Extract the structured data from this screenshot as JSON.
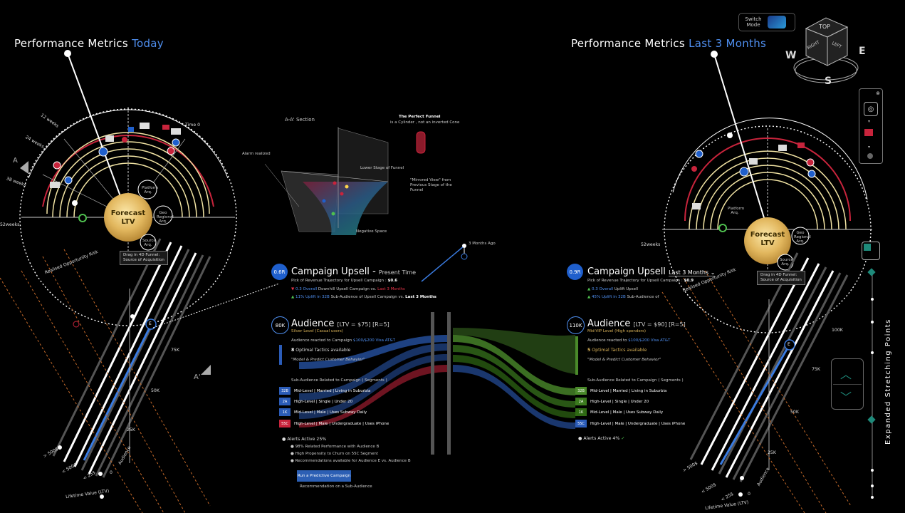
{
  "left": {
    "title_prefix": "Performance Metrics",
    "title_accent": "Today",
    "center_line1": "Forecast",
    "center_line2": "LTV",
    "platform": "Platform Arq.",
    "geo": "Geo Regional Arq.",
    "source": "Source Arq.",
    "tooltip_l1": "Drag in 4D Funnel:",
    "tooltip_l2": "Source of Acquisition",
    "risk": "Realised Opportunity Risk",
    "time0": "Time 0",
    "ltv": "LTV",
    "weeks52": "52weeks",
    "weeks38": "38 weeks",
    "weeks24": "24 weeks",
    "weeks12": "12 weeks",
    "a_marker": "A",
    "a_marker2": "A'",
    "axis_500": "> 500$",
    "axis_lt500": "< 500$",
    "axis_lt25": "< 25$",
    "axis_0": "0",
    "audience": "Audience",
    "lifetime": "Lifetime Value (LTV)",
    "k75": "75K",
    "k50": "50K",
    "k25": "25K",
    "e_badge": "E"
  },
  "right": {
    "title_prefix": "Performance Metrics",
    "title_accent": "Last 3 Months",
    "center_line1": "Forecast",
    "center_line2": "LTV",
    "platform": "Platform Arq.",
    "geo": "Geo Regional Arq.",
    "source": "Source Arq.",
    "tooltip_l1": "Drag in 4D Funnel:",
    "tooltip_l2": "Source of Acquisition",
    "risk": "Realised Opportunity Risk",
    "weeks52": "52weeks",
    "k100": "100K",
    "k75": "75K",
    "k50": "50K",
    "k25": "25K",
    "axis_500": "> 500$",
    "axis_lt500": "< 500$",
    "axis_lt25": "< 25$",
    "axis_0": "0",
    "audience": "Audience",
    "lifetime": "Lifetime Value (LTV)",
    "e_badge": "E"
  },
  "section": {
    "title": "A-A' Section",
    "funnel_title": "The Perfect Funnel",
    "funnel_sub": "is a Cylinder , not an inverted Cone",
    "lower_stage": "Lower Stage of Funnel",
    "mirrored": "\"Mirrored View\" from Previous Stage of the Funnel",
    "negative_space": "Negative Space",
    "alarm": "Alarm realized",
    "months_ago": "3 Months Ago"
  },
  "campaign_left": {
    "badge": "0.6R",
    "title": "Campaign  Upsell",
    "dash": "-",
    "present": "Present Time",
    "pick_label": "Pick of Revenue Trajectory for Upsell Campaign :",
    "pick_value": "$0.6",
    "line1_a": "0.3 Overall",
    "line1_b": "Downhill Upsell Campaign vs.",
    "line1_c": "Last 3 Months",
    "line2_a": "11% Uplift in 32B",
    "line2_b": "Sub-Audience of Upsell Campaign vs.",
    "line2_c": "Last 3 Months"
  },
  "campaign_right": {
    "badge": "0.9R",
    "title": "Campaign Upsell",
    "dropdown": "Last 3 Months",
    "pick_label": "Pick of Revenue Trajectory for Upsell Campaign :",
    "pick_value": "$0.9",
    "line1_a": "0.3 Overall",
    "line1_b": "Uplift Upsell",
    "line2_a": "45% Uplift in 32B",
    "line2_b": "Sub-Audience of"
  },
  "audience_left": {
    "badge": "80K",
    "title": "Audience",
    "meta": "[LTV = $75] [R=5]",
    "level": "Silver Level  (Casual users)",
    "reacted_a": "Audience reacted to Campaign",
    "reacted_b": "$100/$200 Visa AT&T",
    "tactics_n": "8",
    "tactics": "Optimal Tactics available",
    "model": "\"Model & Predict Customer Behavior\"",
    "sub_header": "Sub-Audience Related to Campaign ( Segments )",
    "segments": [
      {
        "tag": "32B",
        "label": "Mid-Level | Married | Living in Suburbia",
        "color": "#2b5cb8"
      },
      {
        "tag": "2A",
        "label": "High-Level | Single | Under 20",
        "color": "#2b5cb8"
      },
      {
        "tag": "1K",
        "label": "Mid-Level | Male | Uses Subway Daily",
        "color": "#2b5cb8"
      },
      {
        "tag": "55C",
        "label": "High-Level | Male | Undergraduate | Uses iPhone",
        "color": "#c8243c"
      }
    ],
    "alerts": "Alerts Active 25%",
    "alert_items": [
      "98% Related Performance with Audience B",
      "High Propensity to Churn on 55C Segment",
      "Recommendations available for Audience E vs. Audience B"
    ],
    "button": "Run a Predictive Campaign",
    "button_note": "Recommendation on a Sub-Audience"
  },
  "audience_right": {
    "badge": "110K",
    "title": "Audience",
    "meta": "[LTV = $90] [R=5]",
    "level": "Mid-VIP Level  (High spenders)",
    "reacted_a": "Audience reacted to",
    "reacted_b": "$100/$200 Visa AT&T",
    "tactics_n": "5",
    "tactics": "Optimal Tactics available",
    "model": "\"Model & Predict Customer Behavior\"",
    "sub_header": "Sub-Audience Related to Campaign ( Segments )",
    "segments": [
      {
        "tag": "32B",
        "label": "Mid-Level | Married | Living in Suburbia",
        "color": "#4a8a2a"
      },
      {
        "tag": "2A",
        "label": "High-Level | Single | Under 20",
        "color": "#3b7a1e"
      },
      {
        "tag": "1K",
        "label": "Mid-Level | Male | Uses Subway Daily",
        "color": "#2f6a14"
      },
      {
        "tag": "55C",
        "label": "High-Level | Male | Undergraduate | Uses iPhone",
        "color": "#2b5cb8"
      }
    ],
    "alerts": "Alerts Active 4%",
    "check": "✓"
  },
  "controls": {
    "switch_l1": "Switch",
    "switch_l2": "Mode",
    "cube_top": "TOP",
    "cube_right": "RIGHT",
    "cube_left": "LEFT",
    "compass_w": "W",
    "compass_e": "E",
    "compass_s": "S",
    "expanded": "Expanded Stretching Points"
  }
}
